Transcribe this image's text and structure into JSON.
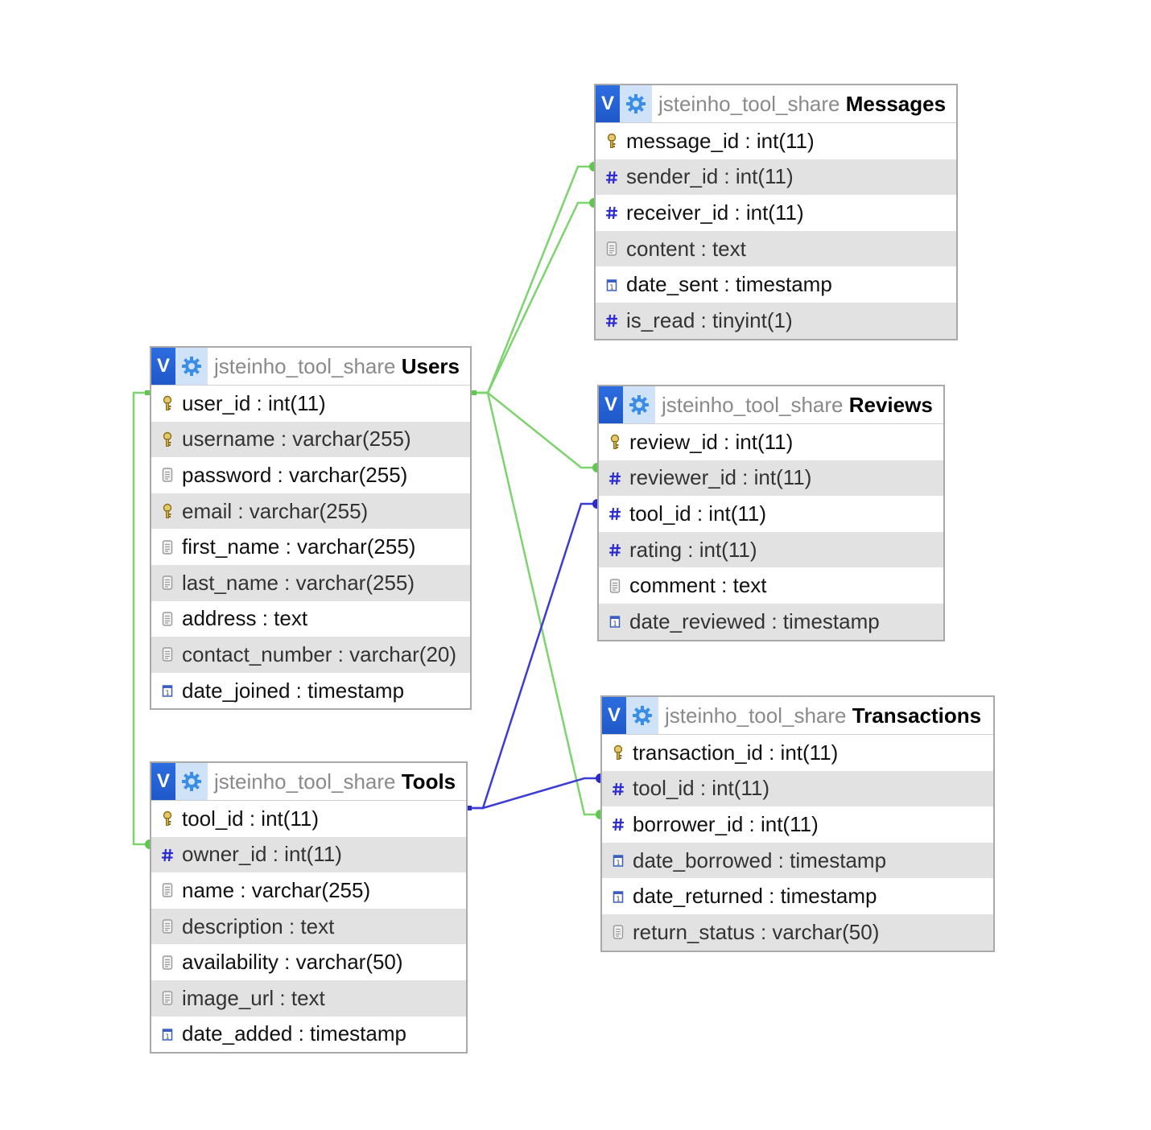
{
  "colors": {
    "green_line": "#7dd36e",
    "blue_line": "#3b3bd6",
    "header_v": "#2563d9",
    "header_gear": "#cfe2f7"
  },
  "tables": [
    {
      "id": "messages",
      "db": "jsteinho_tool_share",
      "name": "Messages",
      "columns": [
        {
          "label": "message_id : int(11)",
          "icon": "key-icon"
        },
        {
          "label": "sender_id : int(11)",
          "icon": "hash-icon"
        },
        {
          "label": "receiver_id : int(11)",
          "icon": "hash-icon"
        },
        {
          "label": "content : text",
          "icon": "text-icon"
        },
        {
          "label": "date_sent : timestamp",
          "icon": "calendar-icon"
        },
        {
          "label": "is_read : tinyint(1)",
          "icon": "hash-icon"
        }
      ]
    },
    {
      "id": "users",
      "db": "jsteinho_tool_share",
      "name": "Users",
      "columns": [
        {
          "label": "user_id : int(11)",
          "icon": "key-icon"
        },
        {
          "label": "username : varchar(255)",
          "icon": "key-icon"
        },
        {
          "label": "password : varchar(255)",
          "icon": "text-icon"
        },
        {
          "label": "email : varchar(255)",
          "icon": "key-icon"
        },
        {
          "label": "first_name : varchar(255)",
          "icon": "text-icon"
        },
        {
          "label": "last_name : varchar(255)",
          "icon": "text-icon"
        },
        {
          "label": "address : text",
          "icon": "text-icon"
        },
        {
          "label": "contact_number : varchar(20)",
          "icon": "text-icon"
        },
        {
          "label": "date_joined : timestamp",
          "icon": "calendar-icon"
        }
      ]
    },
    {
      "id": "reviews",
      "db": "jsteinho_tool_share",
      "name": "Reviews",
      "columns": [
        {
          "label": "review_id : int(11)",
          "icon": "key-icon"
        },
        {
          "label": "reviewer_id : int(11)",
          "icon": "hash-icon"
        },
        {
          "label": "tool_id : int(11)",
          "icon": "hash-icon"
        },
        {
          "label": "rating : int(11)",
          "icon": "hash-icon"
        },
        {
          "label": "comment : text",
          "icon": "text-icon"
        },
        {
          "label": "date_reviewed : timestamp",
          "icon": "calendar-icon"
        }
      ]
    },
    {
      "id": "transactions",
      "db": "jsteinho_tool_share",
      "name": "Transactions",
      "columns": [
        {
          "label": "transaction_id : int(11)",
          "icon": "key-icon"
        },
        {
          "label": "tool_id : int(11)",
          "icon": "hash-icon"
        },
        {
          "label": "borrower_id : int(11)",
          "icon": "hash-icon"
        },
        {
          "label": "date_borrowed : timestamp",
          "icon": "calendar-icon"
        },
        {
          "label": "date_returned : timestamp",
          "icon": "calendar-icon"
        },
        {
          "label": "return_status : varchar(50)",
          "icon": "text-icon"
        }
      ]
    },
    {
      "id": "tools",
      "db": "jsteinho_tool_share",
      "name": "Tools",
      "columns": [
        {
          "label": "tool_id : int(11)",
          "icon": "key-icon"
        },
        {
          "label": "owner_id : int(11)",
          "icon": "hash-icon"
        },
        {
          "label": "name : varchar(255)",
          "icon": "text-icon"
        },
        {
          "label": "description : text",
          "icon": "text-icon"
        },
        {
          "label": "availability : varchar(50)",
          "icon": "text-icon"
        },
        {
          "label": "image_url : text",
          "icon": "text-icon"
        },
        {
          "label": "date_added : timestamp",
          "icon": "calendar-icon"
        }
      ]
    }
  ]
}
